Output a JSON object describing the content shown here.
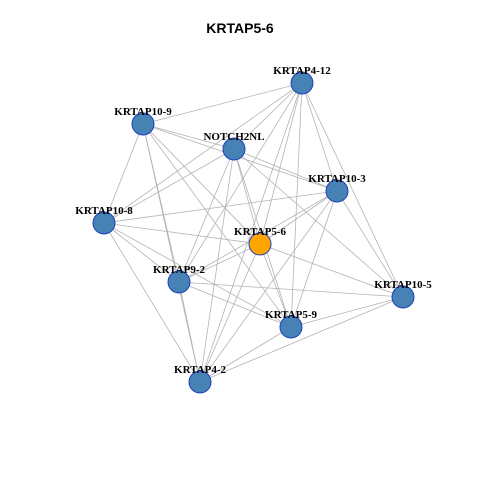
{
  "title": "KRTAP5-6",
  "colors": {
    "node": "#4682b4",
    "center_node": "#ffa500",
    "node_border": "#1f3fbf",
    "edge": "#b3b3b3"
  },
  "nodes": [
    {
      "id": "KRTAP4-12",
      "label": "KRTAP4-12",
      "center": false
    },
    {
      "id": "KRTAP10-9",
      "label": "KRTAP10-9",
      "center": false
    },
    {
      "id": "NOTCH2NL",
      "label": "NOTCH2NL",
      "center": false
    },
    {
      "id": "KRTAP10-3",
      "label": "KRTAP10-3",
      "center": false
    },
    {
      "id": "KRTAP10-8",
      "label": "KRTAP10-8",
      "center": false
    },
    {
      "id": "KRTAP5-6",
      "label": "KRTAP5-6",
      "center": true
    },
    {
      "id": "KRTAP9-2",
      "label": "KRTAP9-2",
      "center": false
    },
    {
      "id": "KRTAP10-5",
      "label": "KRTAP10-5",
      "center": false
    },
    {
      "id": "KRTAP5-9",
      "label": "KRTAP5-9",
      "center": false
    },
    {
      "id": "KRTAP4-2",
      "label": "KRTAP4-2",
      "center": false
    }
  ],
  "edges": [
    [
      "KRTAP4-12",
      "KRTAP10-9"
    ],
    [
      "KRTAP4-12",
      "NOTCH2NL"
    ],
    [
      "KRTAP4-12",
      "KRTAP10-3"
    ],
    [
      "KRTAP4-12",
      "KRTAP10-8"
    ],
    [
      "KRTAP4-12",
      "KRTAP5-6"
    ],
    [
      "KRTAP4-12",
      "KRTAP9-2"
    ],
    [
      "KRTAP4-12",
      "KRTAP10-5"
    ],
    [
      "KRTAP4-12",
      "KRTAP5-9"
    ],
    [
      "KRTAP4-12",
      "KRTAP4-2"
    ],
    [
      "KRTAP10-9",
      "NOTCH2NL"
    ],
    [
      "KRTAP10-9",
      "KRTAP10-3"
    ],
    [
      "KRTAP10-9",
      "KRTAP10-8"
    ],
    [
      "KRTAP10-9",
      "KRTAP5-6"
    ],
    [
      "KRTAP10-9",
      "KRTAP9-2"
    ],
    [
      "KRTAP10-9",
      "KRTAP5-9"
    ],
    [
      "KRTAP10-9",
      "KRTAP4-2"
    ],
    [
      "NOTCH2NL",
      "KRTAP10-3"
    ],
    [
      "NOTCH2NL",
      "KRTAP10-8"
    ],
    [
      "NOTCH2NL",
      "KRTAP5-6"
    ],
    [
      "NOTCH2NL",
      "KRTAP9-2"
    ],
    [
      "NOTCH2NL",
      "KRTAP10-5"
    ],
    [
      "NOTCH2NL",
      "KRTAP5-9"
    ],
    [
      "NOTCH2NL",
      "KRTAP4-2"
    ],
    [
      "KRTAP10-3",
      "KRTAP10-8"
    ],
    [
      "KRTAP10-3",
      "KRTAP5-6"
    ],
    [
      "KRTAP10-3",
      "KRTAP9-2"
    ],
    [
      "KRTAP10-3",
      "KRTAP10-5"
    ],
    [
      "KRTAP10-3",
      "KRTAP5-9"
    ],
    [
      "KRTAP10-3",
      "KRTAP4-2"
    ],
    [
      "KRTAP10-8",
      "KRTAP5-6"
    ],
    [
      "KRTAP10-8",
      "KRTAP9-2"
    ],
    [
      "KRTAP10-8",
      "KRTAP5-9"
    ],
    [
      "KRTAP10-8",
      "KRTAP4-2"
    ],
    [
      "KRTAP5-6",
      "KRTAP9-2"
    ],
    [
      "KRTAP5-6",
      "KRTAP10-5"
    ],
    [
      "KRTAP5-6",
      "KRTAP5-9"
    ],
    [
      "KRTAP5-6",
      "KRTAP4-2"
    ],
    [
      "KRTAP9-2",
      "KRTAP10-5"
    ],
    [
      "KRTAP9-2",
      "KRTAP5-9"
    ],
    [
      "KRTAP9-2",
      "KRTAP4-2"
    ],
    [
      "KRTAP10-5",
      "KRTAP5-9"
    ],
    [
      "KRTAP10-5",
      "KRTAP4-2"
    ],
    [
      "KRTAP5-9",
      "KRTAP4-2"
    ]
  ]
}
